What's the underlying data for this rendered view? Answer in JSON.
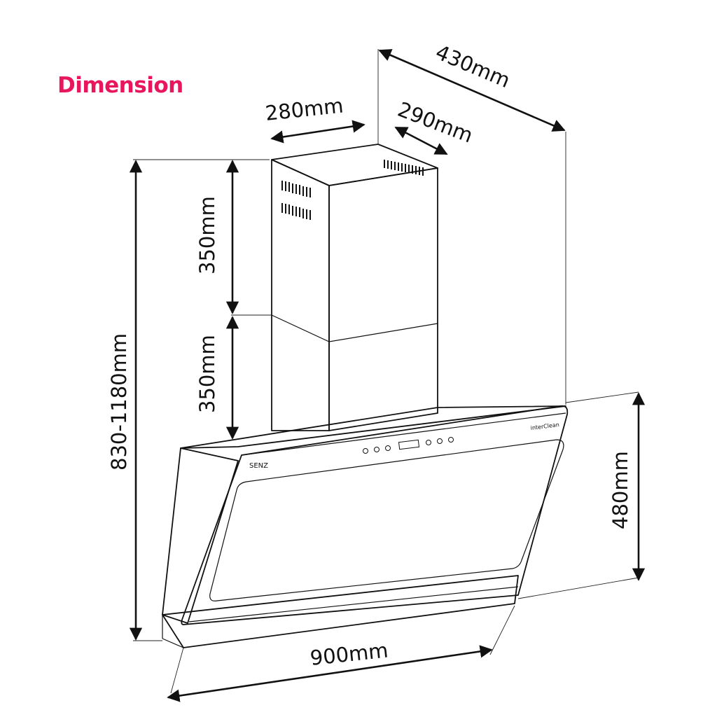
{
  "title": "Dimension",
  "dimensions": {
    "chimney_width": "280mm",
    "chimney_depth": "290mm",
    "overall_depth": "430mm",
    "upper_chimney_height": "350mm",
    "lower_chimney_height": "350mm",
    "overall_height": "830-1180mm",
    "hood_height": "480mm",
    "hood_width": "900mm"
  },
  "branding": {
    "logo": "SENZ",
    "panel_label": "interClean"
  },
  "colors": {
    "title": "#e8175d",
    "lines": "#111111"
  }
}
